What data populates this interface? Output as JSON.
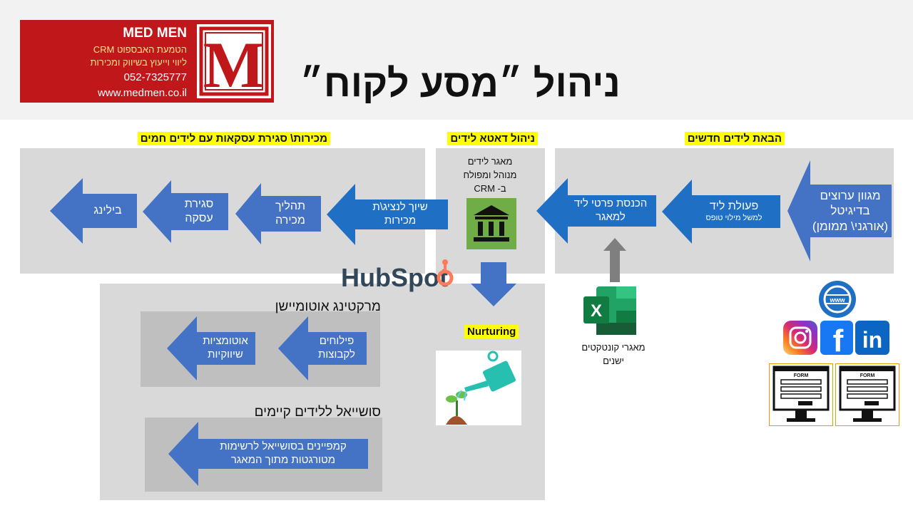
{
  "title": "ניהול ״מסע לקוח״",
  "logo": {
    "name": "MED MEN",
    "line1": "הטמעת האבספוט CRM",
    "line2": "ליווי וייעוץ בשיווק ומכירות",
    "phone": "052-7325777",
    "website": "www.medmen.co.il",
    "mark_letter": "M"
  },
  "sections": {
    "new_leads": "הבאת לידים חדשים",
    "data_management": "ניהול דאטא לידים",
    "sales": "מכירות\\ סגירת עסקאות עם לידים חמים",
    "nurturing": "Nurturing"
  },
  "arrows": {
    "channels": [
      "מגוון ערוצים",
      "בדיגיטל",
      "(אורגני\\ ממומן)"
    ],
    "lead_action": [
      "פעולת ליד"
    ],
    "lead_action_sub": "למשל מילוי טופס",
    "enter_details": [
      "הכנסת פרטי ליד",
      "למאגר"
    ],
    "assign_reps": [
      "שיוך לנציג\\ת",
      "מכירות"
    ],
    "sales_process": [
      "תהליך",
      "מכירה"
    ],
    "close_deal": [
      "סגירת",
      "עסקה"
    ],
    "billing": [
      "בילינג"
    ],
    "segmentation": [
      "פילוחים",
      "לקבוצות"
    ],
    "automations": [
      "אוטומציות",
      "שיווקיות"
    ],
    "social_campaign": [
      "קמפיינים בסושייאל לרשימות",
      "מטורגטות מתוך המאגר"
    ]
  },
  "crm_db": [
    "מאגר לידים",
    "מנוהל ומפולח",
    "ב- CRM"
  ],
  "hubspot_logo": "HubSpot",
  "marketing_automation": "מרקטינג אוטומיישן",
  "social_existing": "סושייאל ללידים קיימים",
  "excel_caption": [
    "מאגרי קונטקטים",
    "ישנים"
  ],
  "excel_letter": "X",
  "social_icons": {
    "instagram": "instagram-icon",
    "facebook": "f",
    "linkedin": "in",
    "web": "www"
  },
  "form_label": "FORM",
  "colors": {
    "arrow": "#4472c4",
    "arrow_alt": "#1f6fc4",
    "highlight": "#ffff00",
    "logo_red": "#c0171b",
    "hubspot": "#ff7a59"
  }
}
